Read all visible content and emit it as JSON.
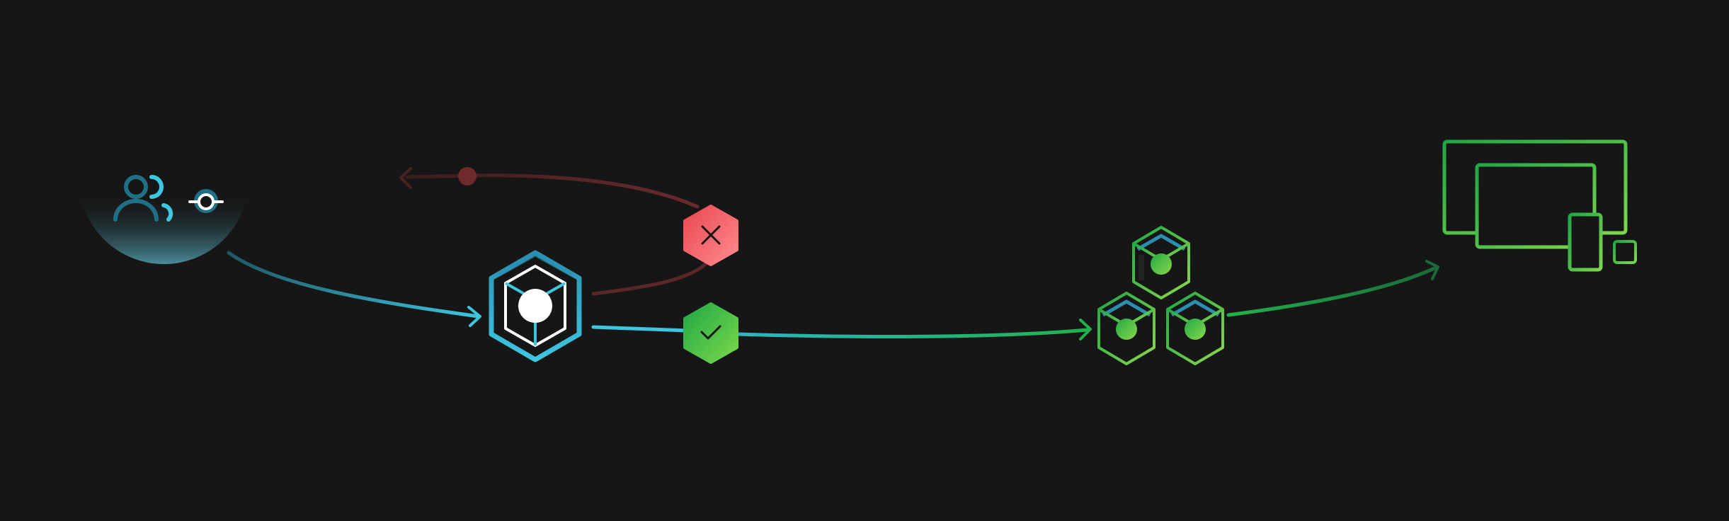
{
  "canvas": {
    "background": "#161616"
  },
  "palette": {
    "cyan": "#3ec6e0",
    "cyan_dark": "#1f6f86",
    "teal": "#20b8a0",
    "green": "#22b14c",
    "green_light": "#62d64a",
    "green_dark": "#1a9a48",
    "red": "#e8484f",
    "red_light": "#ff7a7f",
    "red_dark": "#5c2628",
    "white": "#ffffff"
  },
  "nodes": [
    {
      "id": "users",
      "icon": "users-icon",
      "badge_icon": "person-target-icon"
    },
    {
      "id": "central-container",
      "icon": "hexagon-cube-icon"
    },
    {
      "id": "rejected-badge",
      "icon": "x-mark-icon",
      "status": "rejected"
    },
    {
      "id": "approved-badge",
      "icon": "check-mark-icon",
      "status": "approved"
    },
    {
      "id": "container-cluster",
      "icon": "cube-cluster-icon",
      "count": 3
    },
    {
      "id": "devices",
      "icon": "multi-device-icon"
    }
  ],
  "edges": [
    {
      "from": "users",
      "to": "central-container",
      "color": "cyan"
    },
    {
      "from": "central-container",
      "to": "rejected-badge",
      "color": "red_dark",
      "direction": "back"
    },
    {
      "from": "central-container",
      "to": "approved-badge",
      "color": "cyan"
    },
    {
      "from": "approved-badge",
      "to": "container-cluster",
      "color": "teal-to-green"
    },
    {
      "from": "container-cluster",
      "to": "devices",
      "color": "green"
    }
  ]
}
